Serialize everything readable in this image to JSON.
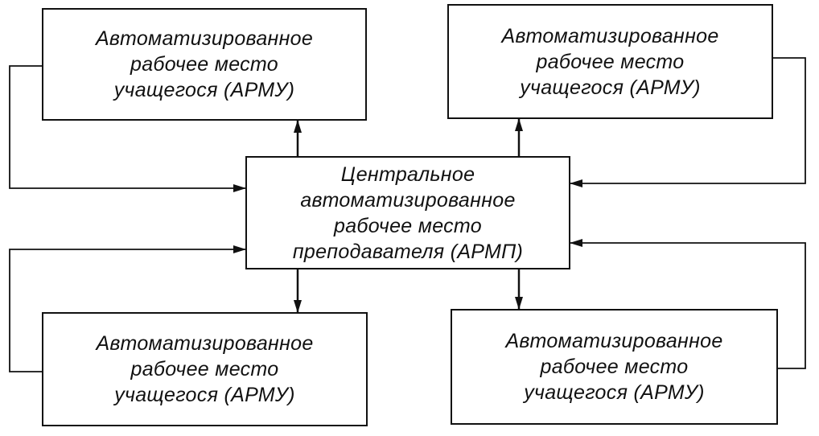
{
  "diagram": {
    "center": {
      "lines": [
        "Центральное",
        "автоматизированное",
        "рабочее место",
        "преподавателя (АРМП)"
      ]
    },
    "top_left": {
      "lines": [
        "Автоматизированное",
        "рабочее место",
        "учащегося (АРМУ)"
      ]
    },
    "top_right": {
      "lines": [
        "Автоматизированное",
        "рабочее место",
        "учащегося (АРМУ)"
      ]
    },
    "bottom_left": {
      "lines": [
        "Автоматизированное",
        "рабочее место",
        "учащегося (АРМУ)"
      ]
    },
    "bottom_right": {
      "lines": [
        "Автоматизированное",
        "рабочее место",
        "учащегося (АРМУ)"
      ]
    }
  }
}
